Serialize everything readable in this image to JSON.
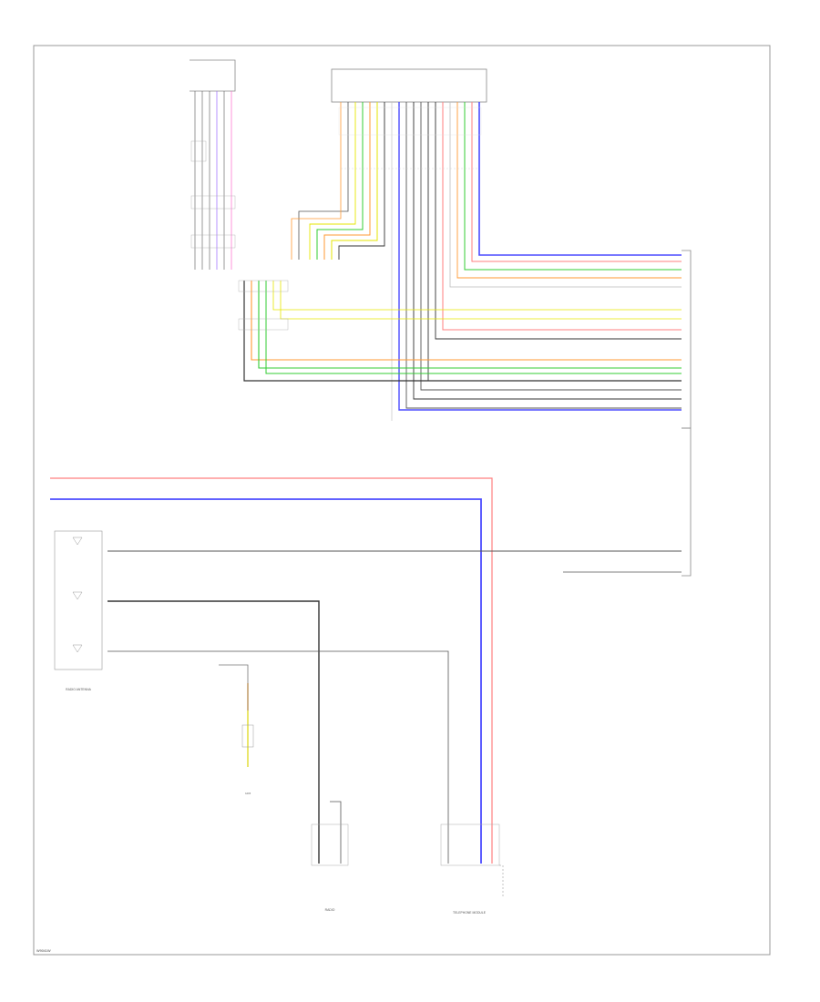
{
  "labels": {
    "footer_code": "W9041W",
    "antenna_sub": "RADIO ANTENNA",
    "radio": "RADIO",
    "phone_module": "TELEPHONE MODULE",
    "ground": "G305"
  },
  "colors": {
    "red": "#ff7f7f",
    "blue": "#4b4bff",
    "green": "#33cc33",
    "yellow": "#e6e600",
    "orange": "#ff9933",
    "pink": "#ff66cc",
    "violet": "#9966ff",
    "black": "#333333",
    "gray": "#888888",
    "brown": "#b08040"
  }
}
